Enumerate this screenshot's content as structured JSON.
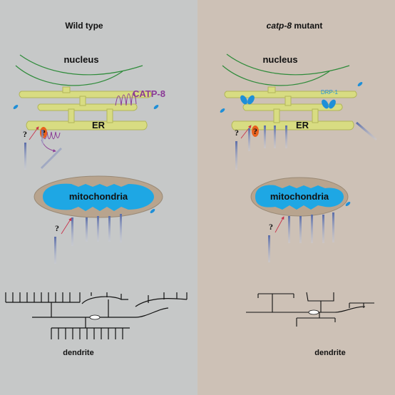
{
  "panels": {
    "left": {
      "title": "Wild type",
      "nucleus_label": "nucleus",
      "er_label": "ER",
      "protein_label": "CATP-8",
      "mito_label": "mitochondria",
      "dendrite_label": "dendrite",
      "question_mark": "?"
    },
    "right": {
      "title_italic": "catp-8",
      "title_rest": " mutant",
      "nucleus_label": "nucleus",
      "er_label": "ER",
      "protein_label": "DRP-1",
      "mito_label": "mitochondria",
      "dendrite_label": "dendrite",
      "question_mark": "?"
    }
  },
  "colors": {
    "left_bg": "#c6c8c8",
    "right_bg": "#cdc1b6",
    "nuclear_envelope": "#2e8b3a",
    "er_fill": "#d8dc82",
    "er_stroke": "#b2b658",
    "catp8": "#8a3a96",
    "mitochondria_outer": "#b8a48e",
    "mitochondria_matrix": "#1ea7e4",
    "drp1": "#1e8fd8",
    "arrow": "#c8324a",
    "orange_particle": "#e8611e",
    "tubule": "#6d7fb2",
    "dendrite": "#111111"
  }
}
